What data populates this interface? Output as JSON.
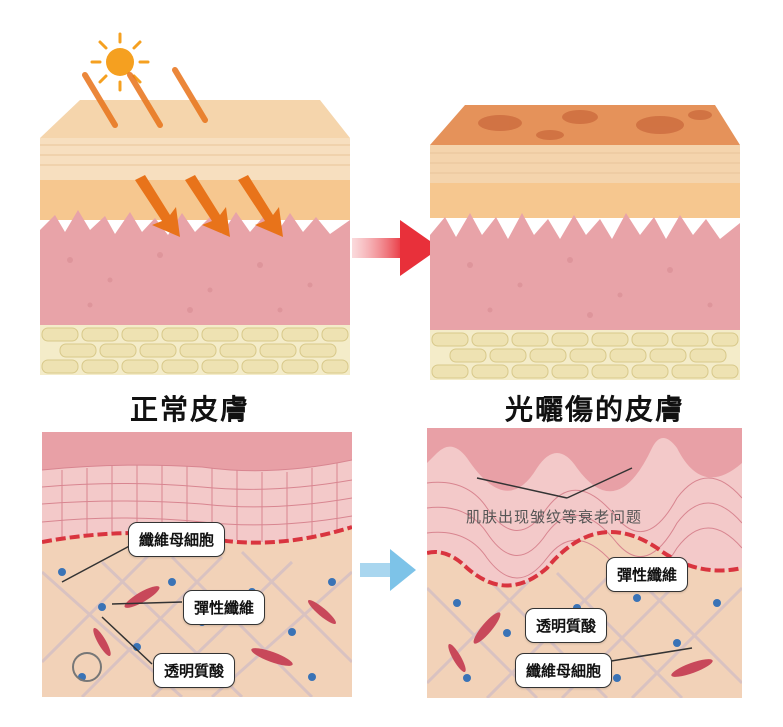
{
  "top": {
    "normal_title": "正常皮膚",
    "damaged_title": "光曬傷的皮膚"
  },
  "bottom": {
    "normal_labels": {
      "fibroblast": "纖維母細胞",
      "elastic": "彈性纖維",
      "hyaluronic": "透明質酸"
    },
    "damaged_labels": {
      "elastic": "彈性纖維",
      "hyaluronic": "透明質酸",
      "fibroblast": "纖維母細胞",
      "wrinkle_note": "肌肤出现皱纹等衰老问题"
    }
  },
  "colors": {
    "sun": "#f5a020",
    "uv_arrow": "#e8731a",
    "red_arrow": "#e8303a",
    "blue_arrow": "#7dc3e8",
    "dermis": "#e8a3a8",
    "subcutis": "#eee2b2",
    "epidermis_top": "#f7d3a6",
    "damaged_top": "#e5925a",
    "collagen_tissue": "#f2d2b8",
    "nucleus": "#3a73b6",
    "fibroblast": "#c8485a"
  },
  "icons": [
    "sun-icon",
    "uv-arrow-icon",
    "transition-arrow-icon"
  ]
}
